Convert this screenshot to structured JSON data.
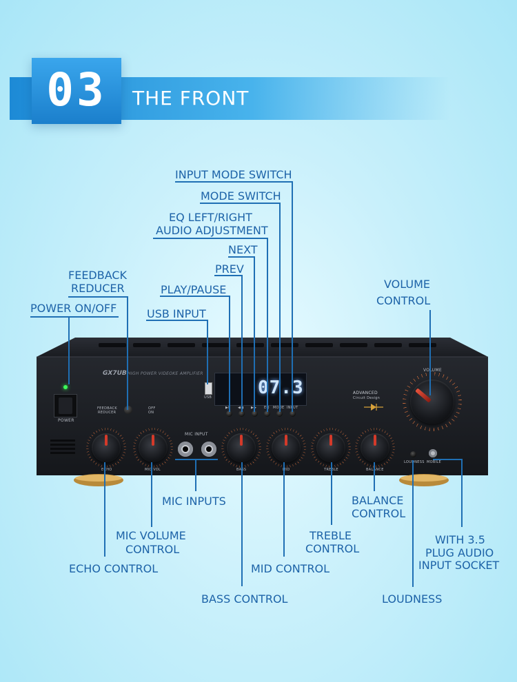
{
  "header": {
    "number": "03",
    "title": "THE FRONT"
  },
  "callouts": {
    "input_mode_switch": "INPUT MODE SWITCH",
    "mode_switch": "MODE SWITCH",
    "eq_line1": "EQ LEFT/RIGHT",
    "eq_line2": "AUDIO ADJUSTMENT",
    "next": "NEXT",
    "prev": "PREV",
    "play_pause": "PLAY/PAUSE",
    "usb_input": "USB INPUT",
    "feedback_line1": "FEEDBACK",
    "feedback_line2": "REDUCER",
    "power": "POWER ON/OFF",
    "volume_line1": "VOLUME",
    "volume_line2": "CONTROL",
    "mic_inputs": "MIC INPUTS",
    "mic_volume_line1": "MIC VOLUME",
    "mic_volume_line2": "CONTROL",
    "echo_control": "ECHO CONTROL",
    "bass_control": "BASS CONTROL",
    "mid_control": "MID CONTROL",
    "treble_line1": "TREBLE",
    "treble_line2": "CONTROL",
    "balance_line1": "BALANCE",
    "balance_line2": "CONTROL",
    "loudness": "LOUDNESS",
    "socket_line1": "WITH 3.5",
    "socket_line2": "PLUG AUDIO",
    "socket_line3": "INPUT SOCKET"
  },
  "device": {
    "model": "GX7UB",
    "model_subtitle": "HIGH POWER VIDEOKE AMPLIFIER",
    "display_value": "07.3",
    "power_label": "POWER",
    "feedback_label_1": "FEEDBACK",
    "feedback_label_2": "REDUCER",
    "off_label": "OFF",
    "on_label": "ON",
    "usb_label": "USB",
    "mic_input_label": "MIC INPUT",
    "advanced_label_1": "ADVANCED",
    "advanced_label_2": "Circuit Design",
    "volume_label": "VOLUME",
    "knob_labels": [
      "ECHO",
      "MIC VOL",
      "BASS",
      "MID",
      "TREBLE",
      "BALANCE"
    ],
    "button_labels": [
      "▶II",
      "◀◀",
      "▶▶",
      "EQ",
      "MODE",
      "INPUT"
    ],
    "loudness_label": "LOUDNESS",
    "mobile_label": "MOBILE"
  },
  "colors": {
    "label_blue": "#1d63a8",
    "line_blue": "#1f6fb4",
    "header_blue": "#1d8ad6",
    "amp_body": "#1b1d22",
    "knob_accent": "#d43a2a"
  }
}
